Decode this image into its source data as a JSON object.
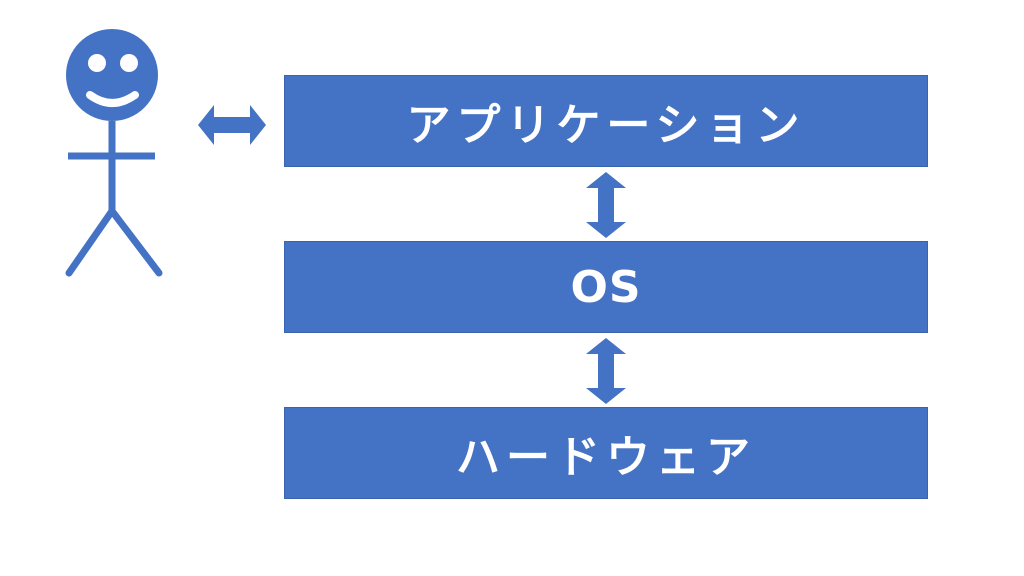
{
  "layers": {
    "application": "アプリケーション",
    "os": "OS",
    "hardware": "ハードウェア"
  },
  "colors": {
    "accent": "#4472C4",
    "text": "#FFFFFF",
    "background": "#FFFFFF"
  },
  "icons": {
    "user": "stick-figure-user-icon",
    "horizontal_arrow": "double-arrow-horizontal-icon",
    "vertical_arrow": "double-arrow-vertical-icon"
  }
}
